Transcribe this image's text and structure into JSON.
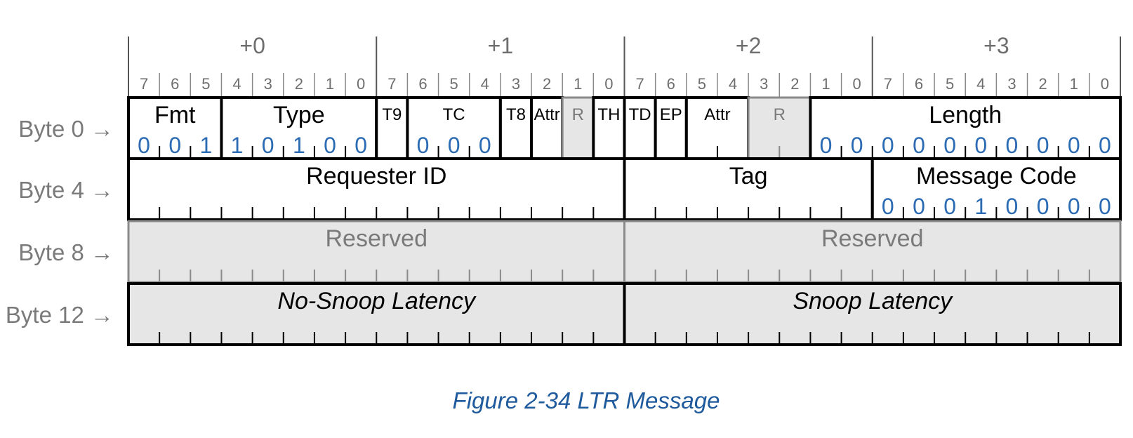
{
  "byte_offsets": [
    "+0",
    "+1",
    "+2",
    "+3"
  ],
  "bit_numbers": [
    "7",
    "6",
    "5",
    "4",
    "3",
    "2",
    "1",
    "0",
    "7",
    "6",
    "5",
    "4",
    "3",
    "2",
    "1",
    "0",
    "7",
    "6",
    "5",
    "4",
    "3",
    "2",
    "1",
    "0",
    "7",
    "6",
    "5",
    "4",
    "3",
    "2",
    "1",
    "0"
  ],
  "row_labels": [
    "Byte 0 →",
    "Byte 4 →",
    "Byte 8 →",
    "Byte 12 →"
  ],
  "rows": [
    {
      "fields": [
        {
          "label": "Fmt",
          "start": 0,
          "width": 3,
          "size": "large",
          "values": [
            "0",
            "0",
            "1"
          ]
        },
        {
          "label": "Type",
          "start": 3,
          "width": 5,
          "size": "large",
          "values": [
            "1",
            "0",
            "1",
            "0",
            "0"
          ]
        },
        {
          "label": "T9",
          "start": 8,
          "width": 1,
          "size": "small"
        },
        {
          "label": "TC",
          "start": 9,
          "width": 3,
          "size": "small",
          "values": [
            "0",
            "0",
            "0"
          ]
        },
        {
          "label": "T8",
          "start": 12,
          "width": 1,
          "size": "small"
        },
        {
          "label": "Attr",
          "start": 13,
          "width": 1,
          "size": "small"
        },
        {
          "label": "R",
          "start": 14,
          "width": 1,
          "size": "small",
          "reserved": true
        },
        {
          "label": "TH",
          "start": 15,
          "width": 1,
          "size": "small"
        },
        {
          "label": "TD",
          "start": 16,
          "width": 1,
          "size": "small"
        },
        {
          "label": "EP",
          "start": 17,
          "width": 1,
          "size": "small"
        },
        {
          "label": "Attr",
          "start": 18,
          "width": 2,
          "size": "small"
        },
        {
          "label": "R",
          "start": 20,
          "width": 2,
          "size": "small",
          "reserved": true
        },
        {
          "label": "Length",
          "start": 22,
          "width": 10,
          "size": "large",
          "values": [
            "0",
            "0",
            "0",
            "0",
            "0",
            "0",
            "0",
            "0",
            "0",
            "0"
          ]
        }
      ]
    },
    {
      "fields": [
        {
          "label": "Requester ID",
          "start": 0,
          "width": 16,
          "size": "large"
        },
        {
          "label": "Tag",
          "start": 16,
          "width": 8,
          "size": "large"
        },
        {
          "label": "Message Code",
          "start": 24,
          "width": 8,
          "size": "large",
          "values": [
            "0",
            "0",
            "0",
            "1",
            "0",
            "0",
            "0",
            "0"
          ]
        }
      ]
    },
    {
      "fields": [
        {
          "label": "Reserved",
          "start": 0,
          "width": 16,
          "size": "large",
          "reserved": true
        },
        {
          "label": "Reserved",
          "start": 16,
          "width": 16,
          "size": "large",
          "reserved": true
        }
      ]
    },
    {
      "fields": [
        {
          "label": "No-Snoop Latency",
          "start": 0,
          "width": 16,
          "size": "large",
          "italic": true,
          "shaded": true
        },
        {
          "label": "Snoop Latency",
          "start": 16,
          "width": 16,
          "size": "large",
          "italic": true,
          "shaded": true
        }
      ]
    }
  ],
  "caption": "Figure  2-34  LTR Message",
  "colors": {
    "value_blue": "#2a6bb3",
    "caption_blue": "#1e5a9c",
    "reserved_fill": "#e6e6e6",
    "grey_text": "#7a7a7a",
    "header_grey": "#6e6e6e",
    "border": "#000000",
    "reserved_border": "#8a8a8a"
  }
}
